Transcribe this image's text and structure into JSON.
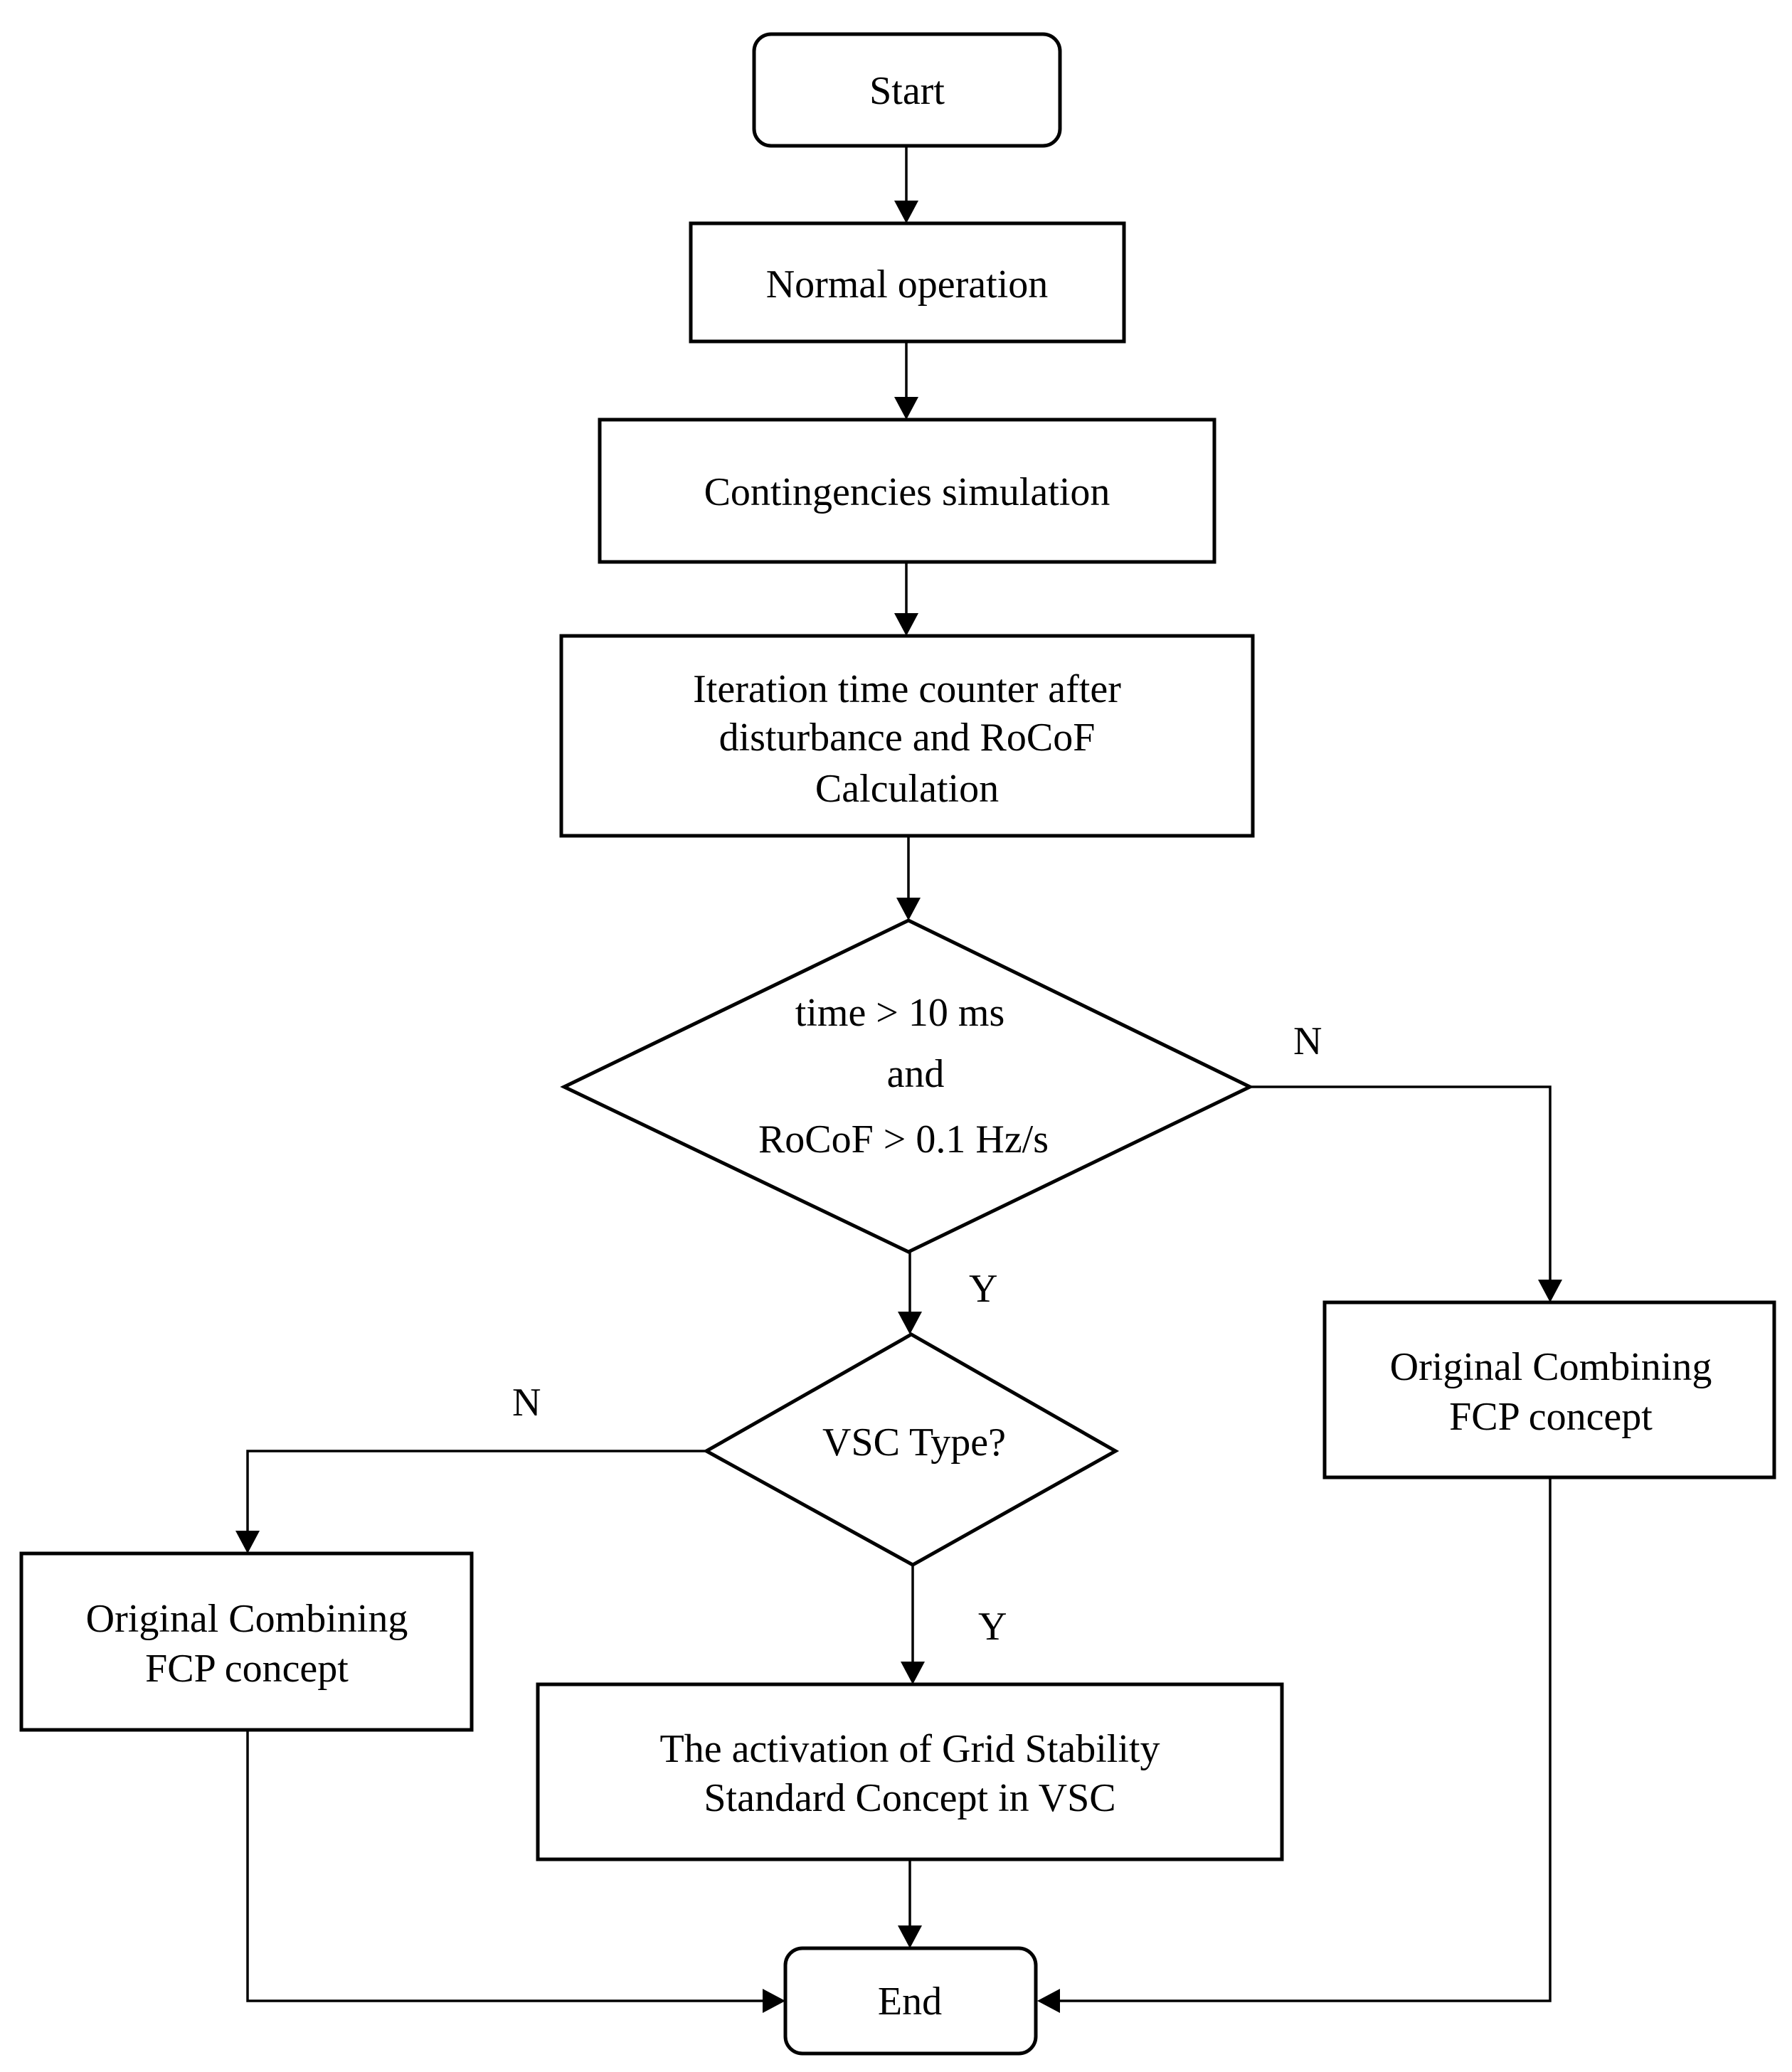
{
  "nodes": {
    "start": {
      "lines": [
        "Start"
      ]
    },
    "normal_operation": {
      "lines": [
        "Normal operation"
      ]
    },
    "contingencies": {
      "lines": [
        "Contingencies simulation"
      ]
    },
    "iteration": {
      "lines": [
        "Iteration time counter after",
        "disturbance and RoCoF",
        "Calculation"
      ]
    },
    "decision_time": {
      "lines": [
        "time > 10 ms",
        "and",
        "RoCoF > 0.1 Hz/s"
      ]
    },
    "decision_vsc": {
      "lines": [
        "VSC Type?"
      ]
    },
    "original_right": {
      "lines": [
        "Original  Combining",
        "FCP concept"
      ]
    },
    "original_left": {
      "lines": [
        "Original  Combining",
        "FCP concept"
      ]
    },
    "activation": {
      "lines": [
        "The activation of Grid Stability",
        "Standard Concept in VSC"
      ]
    },
    "end": {
      "lines": [
        "End"
      ]
    }
  },
  "edge_labels": {
    "time_no": "N",
    "time_yes": "Y",
    "vsc_no": "N",
    "vsc_yes": "Y"
  }
}
